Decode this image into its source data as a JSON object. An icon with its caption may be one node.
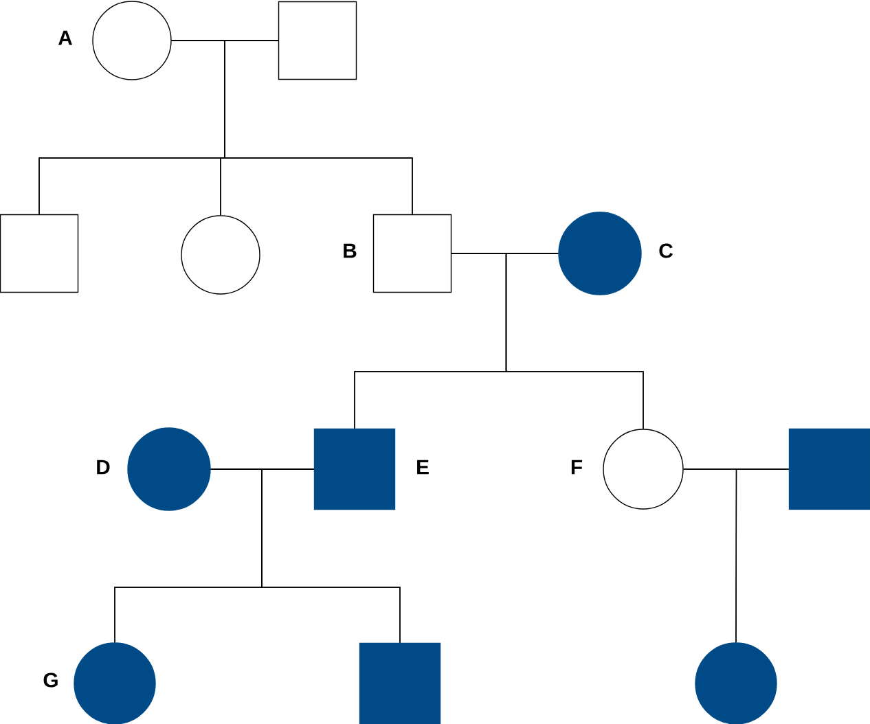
{
  "diagram": {
    "nodes": [
      {
        "text": [],
        "shape": "circle",
        "beside": [
          "A"
        ]
      },
      {
        "text": [],
        "shape": "box"
      },
      {
        "text": [],
        "shape": "box"
      },
      {
        "text": [],
        "shape": "circle"
      },
      {
        "text": [],
        "shape": "box",
        "beside": [
          "B"
        ]
      },
      {
        "text": [],
        "shape": "circle",
        "beside": [
          "C"
        ]
      },
      {
        "text": [],
        "shape": "circle",
        "beside": [
          "D"
        ]
      },
      {
        "text": [],
        "shape": "box",
        "beside": [
          "E"
        ]
      },
      {
        "text": [],
        "shape": "circle",
        "beside": [
          "F"
        ]
      },
      {
        "text": [],
        "shape": "box"
      },
      {
        "text": [],
        "shape": "circle",
        "beside": [
          "G"
        ]
      },
      {
        "text": [],
        "shape": "box"
      },
      {
        "text": [],
        "shape": "circle"
      }
    ],
    "edges": [
      {
        "from": 0,
        "to": 1,
        "arrow": "none"
      },
      {
        "from": 0,
        "to": 2,
        "arrow": "none"
      },
      {
        "from": 1,
        "to": 2,
        "arrow": "none"
      },
      {
        "from": 0,
        "to": 3,
        "arrow": "none"
      },
      {
        "from": 1,
        "to": 3,
        "arrow": "none"
      },
      {
        "from": 0,
        "to": 4,
        "arrow": "none"
      },
      {
        "from": 1,
        "to": 4,
        "arrow": "none"
      },
      {
        "from": 4,
        "to": 5,
        "arrow": "none"
      },
      {
        "from": 4,
        "to": 7,
        "arrow": "none"
      },
      {
        "from": 5,
        "to": 7,
        "arrow": "none"
      },
      {
        "from": 4,
        "to": 8,
        "arrow": "none"
      },
      {
        "from": 5,
        "to": 8,
        "arrow": "none"
      },
      {
        "from": 6,
        "to": 7,
        "arrow": "none"
      },
      {
        "from": 6,
        "to": 10,
        "arrow": "none"
      },
      {
        "from": 7,
        "to": 10,
        "arrow": "none"
      },
      {
        "from": 6,
        "to": 11,
        "arrow": "none"
      },
      {
        "from": 7,
        "to": 11,
        "arrow": "none"
      },
      {
        "from": 8,
        "to": 9,
        "arrow": "none"
      },
      {
        "from": 8,
        "to": 12,
        "arrow": "none"
      },
      {
        "from": 9,
        "to": 12,
        "arrow": "none"
      }
    ]
  }
}
